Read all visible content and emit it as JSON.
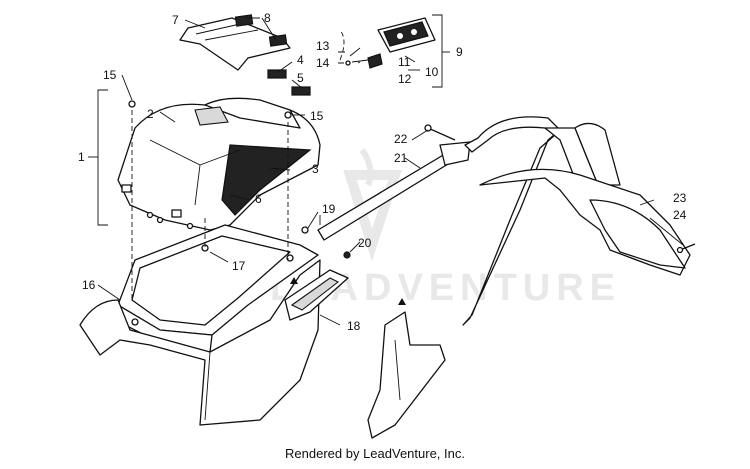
{
  "watermark": "LEADVENTURE",
  "credit": "Rendered by LeadVenture, Inc.",
  "callouts": {
    "c1": "1",
    "c2": "2",
    "c3": "3",
    "c4": "4",
    "c5": "5",
    "c6": "6",
    "c7": "7",
    "c8": "8",
    "c9": "9",
    "c10": "10",
    "c11": "11",
    "c12": "12",
    "c13": "13",
    "c14": "14",
    "c15a": "15",
    "c15b": "15",
    "c16": "16",
    "c17": "17",
    "c18": "18",
    "c19": "19",
    "c20": "20",
    "c21": "21",
    "c22": "22",
    "c23": "23",
    "c24": "24"
  }
}
